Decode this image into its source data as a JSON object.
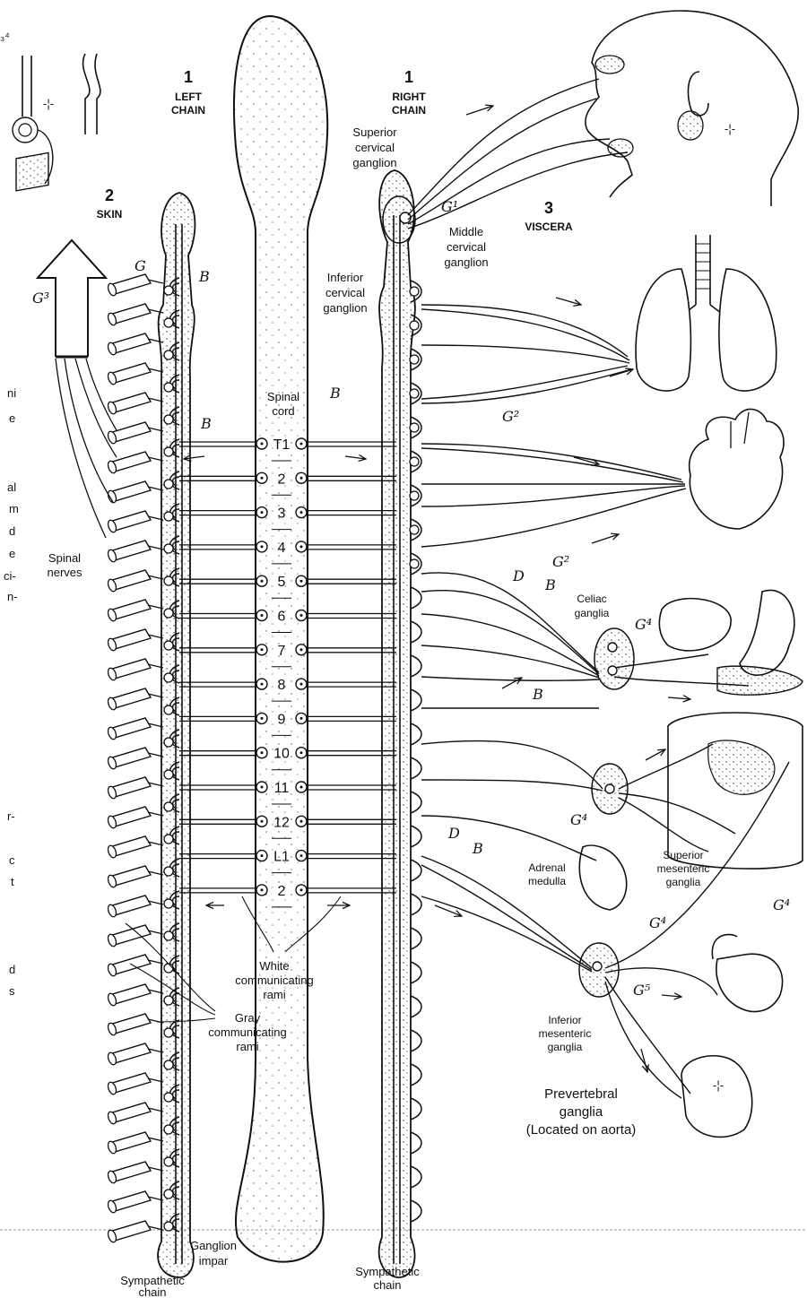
{
  "headers": {
    "left_chain_number": "1",
    "left_chain_label": [
      "LEFT",
      "CHAIN"
    ],
    "right_chain_number": "1",
    "right_chain_label": [
      "RIGHT",
      "CHAIN"
    ],
    "skin_number": "2",
    "skin_label": "SKIN",
    "viscera_number": "3",
    "viscera_label": "VISCERA"
  },
  "labels": {
    "superior_cervical_ganglion": [
      "Superior",
      "cervical",
      "ganglion"
    ],
    "middle_cervical_ganglion": [
      "Middle",
      "cervical",
      "ganglion"
    ],
    "inferior_cervical_ganglion": [
      "Inferior",
      "cervical",
      "ganglion"
    ],
    "spinal_cord": [
      "Spinal",
      "cord"
    ],
    "spinal_nerves": [
      "Spinal",
      "nerves"
    ],
    "celiac_ganglia": [
      "Celiac",
      "ganglia"
    ],
    "adrenal_medulla": [
      "Adrenal",
      "medulla"
    ],
    "superior_mesenteric_ganglia": [
      "Superior",
      "mesenteric",
      "ganglia"
    ],
    "inferior_mesenteric_ganglia": [
      "Inferior",
      "mesenteric",
      "ganglia"
    ],
    "prevertebral_ganglia": [
      "Prevertebral",
      "ganglia",
      "(Located on aorta)"
    ],
    "white_communicating_rami": [
      "White",
      "communicating",
      "rami"
    ],
    "gray_communicating_rami": [
      "Gray",
      "communicating",
      "rami"
    ],
    "ganglion_impar": [
      "Ganglion",
      "impar"
    ],
    "sympathetic_chain_left": [
      "Sympathetic",
      "chain"
    ],
    "sympathetic_chain_right": [
      "Sympathetic",
      "chain"
    ]
  },
  "segments": [
    "T1",
    "2",
    "3",
    "4",
    "5",
    "6",
    "7",
    "8",
    "9",
    "10",
    "11",
    "12",
    "L1",
    "2"
  ],
  "letter_marks": {
    "G": "G",
    "G1": "G¹",
    "G2": "G²",
    "G3": "G³",
    "G4": "G⁴",
    "G5": "G⁵",
    "B": "B",
    "D": "D"
  },
  "margin_fragments": [
    {
      "id": "frag-ni",
      "text": "ni"
    },
    {
      "id": "frag-e1",
      "text": "e"
    },
    {
      "id": "frag-al",
      "text": "al"
    },
    {
      "id": "frag-m",
      "text": "m"
    },
    {
      "id": "frag-d",
      "text": "d"
    },
    {
      "id": "frag-e2",
      "text": "e"
    },
    {
      "id": "frag-ci",
      "text": "ci-"
    },
    {
      "id": "frag-n",
      "text": "n-"
    },
    {
      "id": "frag-r",
      "text": "r-"
    },
    {
      "id": "frag-c",
      "text": "c"
    },
    {
      "id": "frag-t",
      "text": "t"
    },
    {
      "id": "frag-d2",
      "text": "d"
    },
    {
      "id": "frag-s",
      "text": "s"
    },
    {
      "id": "frag-g4-corner",
      "text": "₃⁴"
    }
  ]
}
